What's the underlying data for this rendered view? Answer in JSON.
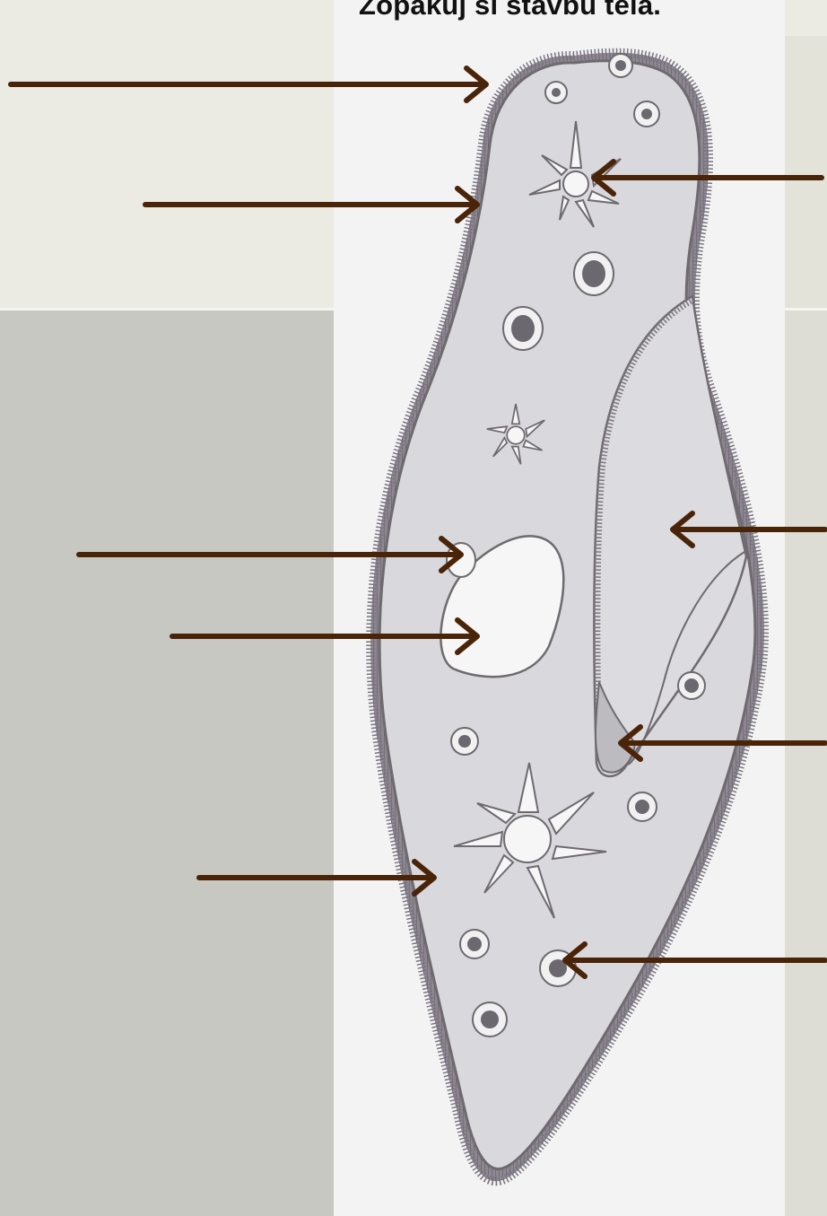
{
  "title": "Zopakuj si stavbu tela.",
  "colors": {
    "arrow": "#4a2408",
    "outline": "#6e6a70",
    "cell_fill": "#d9d8dc",
    "background_top": "#ebebe3",
    "background_bottom": "#c8c8c2",
    "paper": "#f3f3f4"
  },
  "labels": [
    {
      "id": "arrow-1",
      "text": ""
    },
    {
      "id": "arrow-2",
      "text": ""
    },
    {
      "id": "arrow-3",
      "text": ""
    },
    {
      "id": "arrow-4",
      "text": ""
    },
    {
      "id": "arrow-5",
      "text": ""
    },
    {
      "id": "arrow-6",
      "text": ""
    },
    {
      "id": "arrow-7",
      "text": ""
    },
    {
      "id": "arrow-8",
      "text": ""
    },
    {
      "id": "arrow-9",
      "text": ""
    }
  ]
}
